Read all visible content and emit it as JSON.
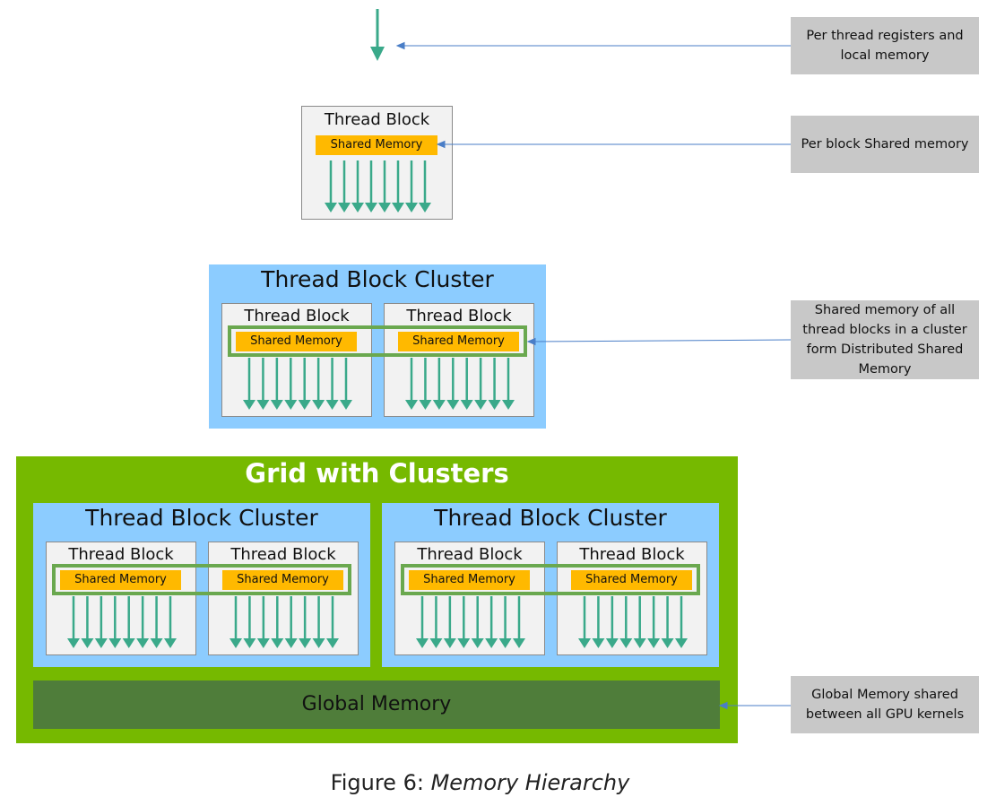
{
  "labels": {
    "thread_block": "Thread Block",
    "shared_memory": "Shared Memory",
    "cluster": "Thread Block Cluster",
    "grid": "Grid with Clusters",
    "global_memory": "Global Memory"
  },
  "notes": {
    "registers": "Per thread registers and local memory",
    "block_shared": "Per block Shared memory",
    "distributed_shared": "Shared memory of all thread blocks in a cluster form Distributed Shared Memory",
    "global_shared": "Global Memory shared between all GPU kernels"
  },
  "caption": {
    "prefix": "Figure 6: ",
    "title": "Memory Hierarchy"
  },
  "colors": {
    "arrow_teal": "#3aa98a",
    "shared_memory": "#ffb900",
    "cluster_blue": "#8cccff",
    "grid_green": "#76b900",
    "global_memory": "#4f7d3a",
    "note_gray": "#c8c8c8",
    "connector_blue": "#4a7ec7"
  }
}
